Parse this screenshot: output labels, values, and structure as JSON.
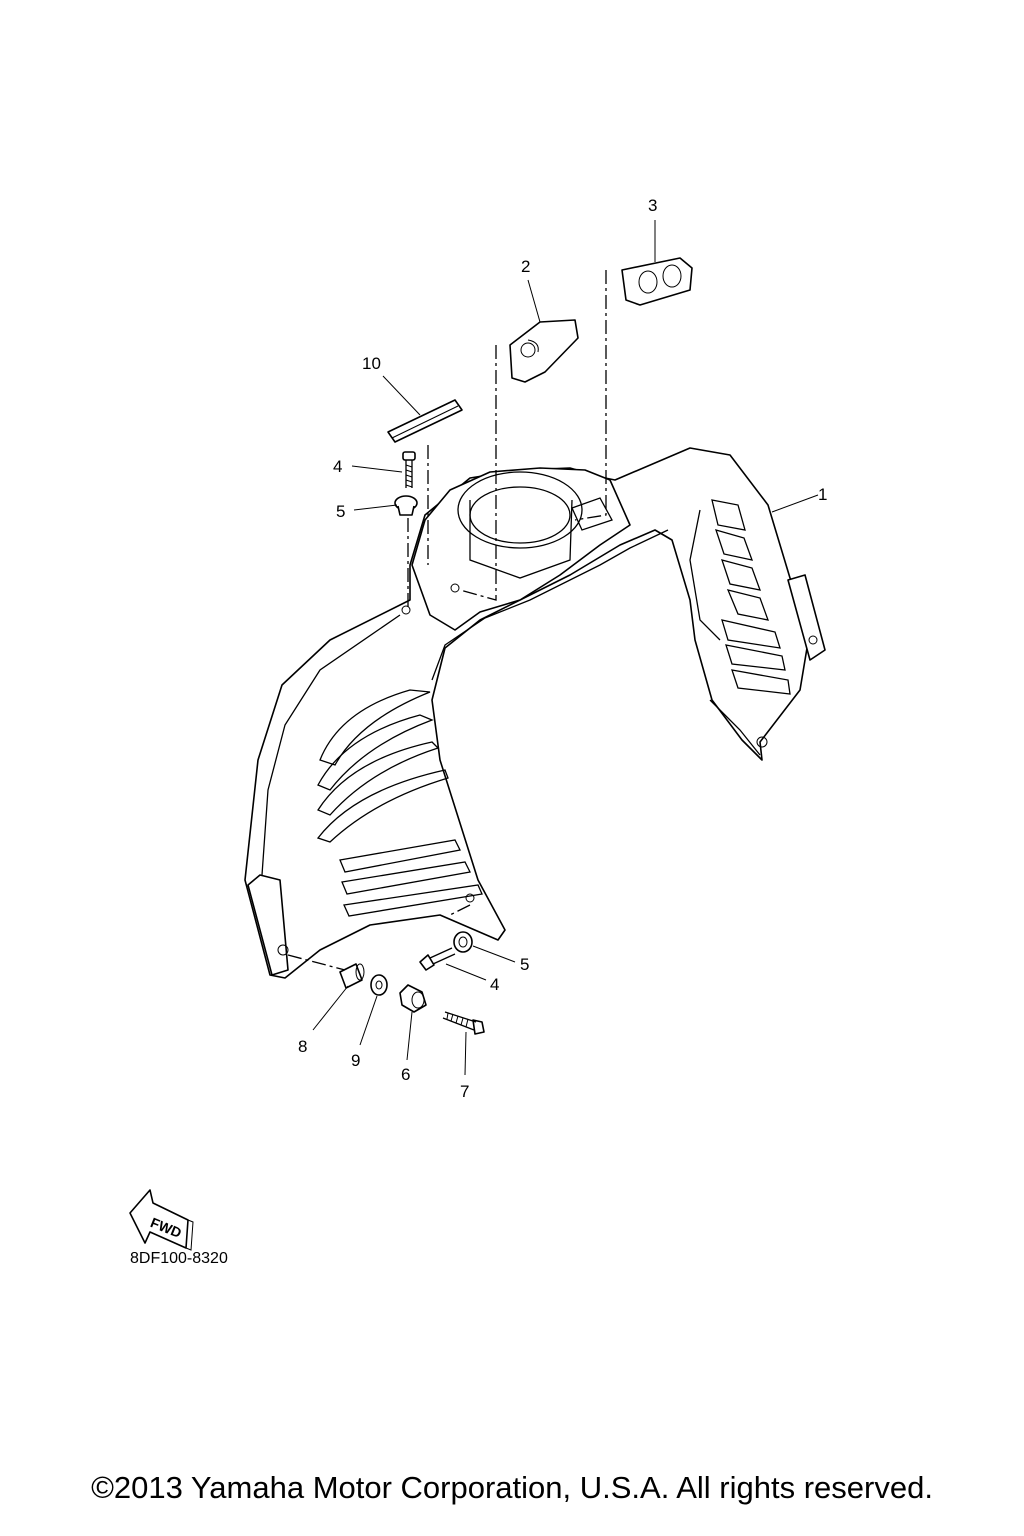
{
  "callouts": {
    "c1": "1",
    "c2": "2",
    "c3": "3",
    "c4a": "4",
    "c5a": "5",
    "c10": "10",
    "c5b": "5",
    "c4b": "4",
    "c8": "8",
    "c9": "9",
    "c6": "6",
    "c7": "7"
  },
  "fwd_label": "FWD",
  "drawing_code": "8DF100-8320",
  "copyright": "©2013 Yamaha Motor Corporation, U.S.A. All rights reserved."
}
